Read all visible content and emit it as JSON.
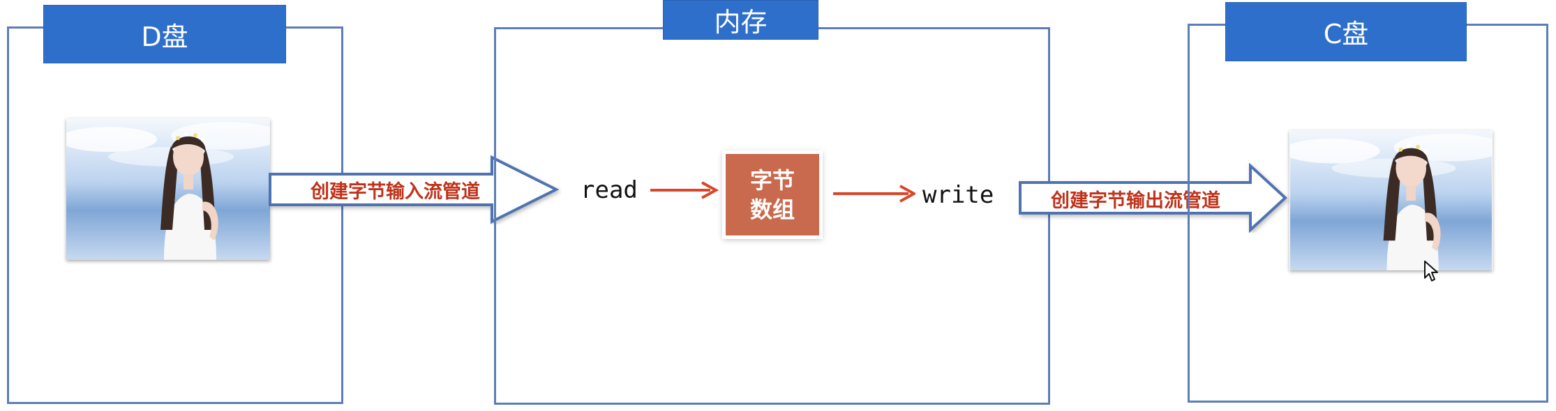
{
  "colors": {
    "box_border": "#5b7db8",
    "header_fill": "#2e6fcb",
    "arrow_text": "#c0321a",
    "arrow_outline": "#4f73b0",
    "byte_array_fill": "#c9694d",
    "red_arrow": "#d9462b"
  },
  "disk_d": {
    "header": "D盘",
    "image": "photo-of-girl"
  },
  "memory": {
    "header": "内存",
    "read_label": "read",
    "byte_array_line1": "字节",
    "byte_array_line2": "数组",
    "write_label": "write"
  },
  "disk_c": {
    "header": "C盘",
    "image": "photo-of-girl"
  },
  "input_stream_arrow": {
    "label": "创建字节输入流管道"
  },
  "output_stream_arrow": {
    "label": "创建字节输出流管道"
  },
  "icons": [
    "mouse-cursor-icon",
    "right-arrow-icon"
  ]
}
